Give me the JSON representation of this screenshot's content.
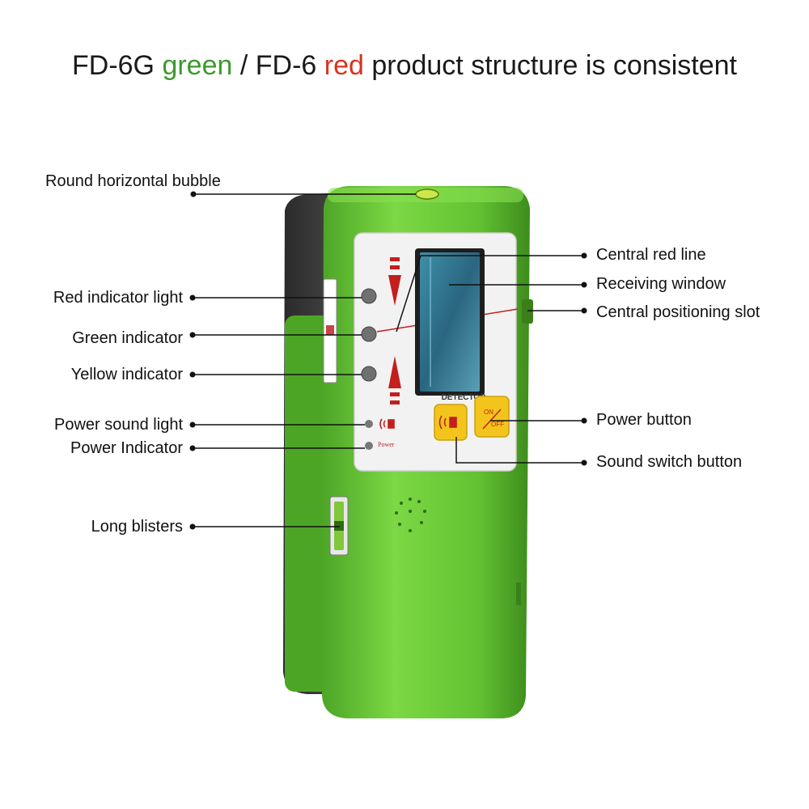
{
  "title": {
    "part1": "FD-6G ",
    "green_word": "green",
    "part2": " / FD-6 ",
    "red_word": "red",
    "part3": " product structure is consistent"
  },
  "device": {
    "detector_text": "DETECTOR",
    "power_text": "Power",
    "on_text": "ON",
    "off_text": "OFF",
    "body_color": "#6ed03a",
    "body_dark_color": "#3f8a1f",
    "window_color": "#2f6d86",
    "button_color": "#f3c51c"
  },
  "labels": {
    "left": {
      "round_bubble": "Round horizontal bubble",
      "red_indicator": "Red indicator light",
      "green_indicator": "Green indicator",
      "yellow_indicator": "Yellow indicator",
      "power_sound_light": "Power sound light",
      "power_indicator": "Power Indicator",
      "long_blisters": "Long blisters"
    },
    "right": {
      "central_red_line": "Central red line",
      "receiving_window": "Receiving window",
      "central_slot": "Central positioning slot",
      "power_button": "Power button",
      "sound_switch": "Sound switch button"
    }
  }
}
